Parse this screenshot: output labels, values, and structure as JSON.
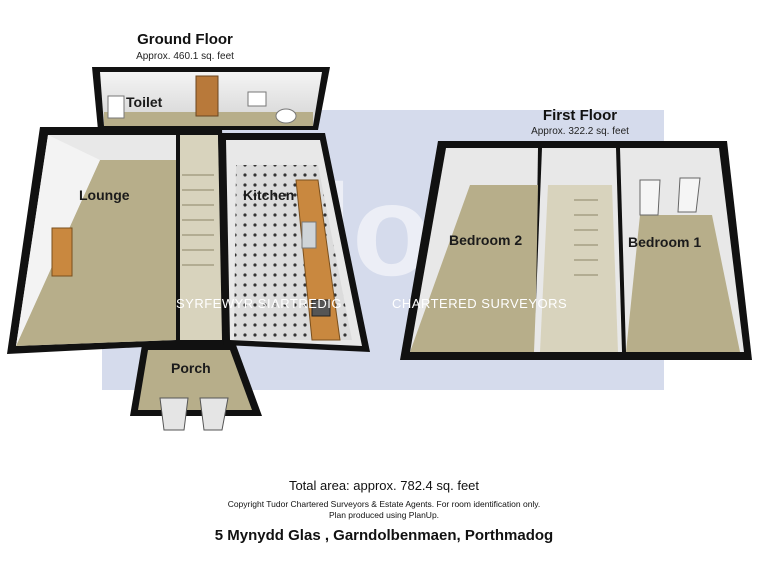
{
  "ground_floor": {
    "title": "Ground Floor",
    "area": "Approx. 460.1 sq. feet",
    "rooms": {
      "toilet": "Toilet",
      "lounge": "Lounge",
      "kitchen": "Kitchen",
      "porch": "Porch"
    }
  },
  "first_floor": {
    "title": "First Floor",
    "area": "Approx. 322.2 sq. feet",
    "rooms": {
      "bedroom2": "Bedroom 2",
      "bedroom1": "Bedroom 1"
    }
  },
  "watermark": {
    "logo": "tudor",
    "left": "SYRFEWYR SIARTREDIG",
    "right": "CHARTERED SURVEYORS"
  },
  "footer": {
    "total": "Total area: approx. 782.4 sq. feet",
    "copyright_line1": "Copyright Tudor Chartered Surveyors & Estate Agents. For room identification only.",
    "copyright_line2": "Plan produced using PlanUp.",
    "address": "5 Mynydd Glas , Garndolbenmaen, Porthmadog"
  },
  "colors": {
    "wall": "#111111",
    "floor_carpet": "#b7ae8a",
    "floor_tile": "#dcdcdc",
    "wall_inner": "#e6e6e6",
    "watermark": "#c7cfe6"
  }
}
